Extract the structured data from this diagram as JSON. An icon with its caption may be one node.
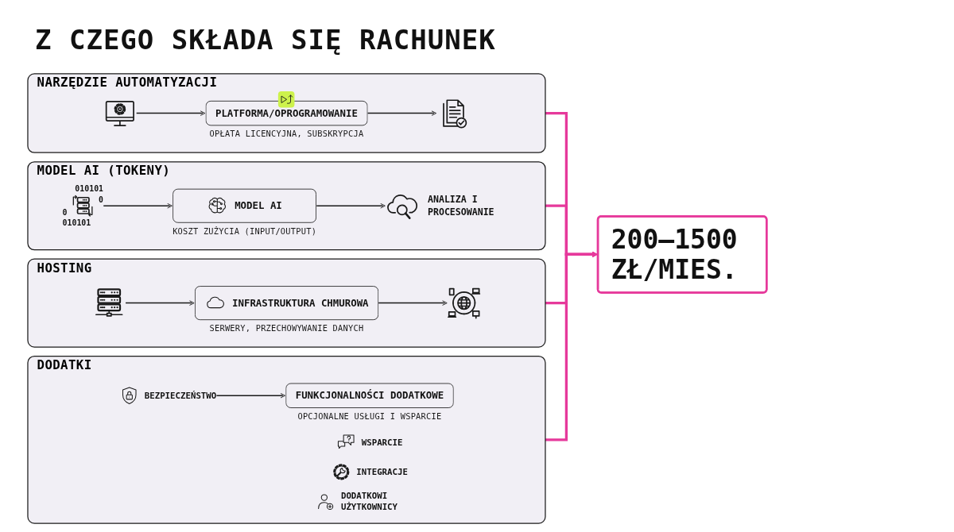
{
  "diagram": {
    "title": "Z CZEGO SKŁADA SIĘ RACHUNEK",
    "nodes": [
      {
        "text": [
          "NARZĘDZIE AUTOMATYZACJI"
        ]
      },
      {
        "text": [],
        "shape": "picture",
        "in": 0
      },
      {
        "text": [
          "PLATFORMA/OPROGRAMOWANIE"
        ],
        "beside": [
          "OPŁATA LICENCYJNA, SUBSKRYPCJA"
        ],
        "in": 0
      },
      {
        "text": [],
        "shape": "picture",
        "in": 0
      },
      {
        "text": [
          "MODEL AI (TOKENY)"
        ]
      },
      {
        "text": [
          "010101",
          "0",
          "0",
          "010101"
        ],
        "in": 4
      },
      {
        "text": [
          "MODEL AI"
        ],
        "beside": [
          "KOSZT ZUŻYCIA (INPUT/OUTPUT)"
        ],
        "in": 4
      },
      {
        "text": [
          "ANALIZA I PROCESOWANIE"
        ],
        "in": 4
      },
      {
        "text": [
          "HOSTING"
        ]
      },
      {
        "text": [],
        "shape": "picture",
        "in": 8
      },
      {
        "text": [
          "INFRASTRUKTURA CHMUROWA"
        ],
        "beside": [
          "SERWERY, PRZECHOWYWANIE DANYCH"
        ],
        "in": 8
      },
      {
        "text": [],
        "shape": "picture",
        "in": 8
      },
      {
        "text": [
          "DODATKI"
        ]
      },
      {
        "text": [
          "WSPARCIE"
        ],
        "in": 12
      },
      {
        "text": [
          "BEZPIECZEŃSTWO"
        ],
        "in": 12
      },
      {
        "text": [
          "INTEGRACJE"
        ],
        "in": 12
      },
      {
        "text": [
          "DODATKOWI UŻYTKOWNICY"
        ],
        "in": 12
      },
      {
        "text": [
          "FUNKCJONALNOŚCI DODATKOWE"
        ],
        "beside": [
          "OPCJONALNE USŁUGI I WSPARCIE"
        ],
        "in": 12
      },
      {
        "text": [
          "200–1500 ZŁ/MIES."
        ]
      }
    ],
    "edges": [
      {
        "from": 1,
        "to": 2,
        "arrow": "to"
      },
      {
        "from": 2,
        "to": 3,
        "arrow": "to"
      },
      {
        "from": 5,
        "to": 6,
        "arrow": "to"
      },
      {
        "from": 6,
        "to": 7,
        "arrow": "to"
      },
      {
        "from": 9,
        "to": 10,
        "arrow": "to"
      },
      {
        "from": 10,
        "to": 11,
        "arrow": "to"
      },
      {
        "from": 14,
        "to": 17,
        "arrow": "to"
      },
      {
        "from": 0,
        "to": 18,
        "arrow": "to",
        "style": "thick",
        "color": "#e6399b"
      },
      {
        "from": 4,
        "to": 18,
        "arrow": "to",
        "style": "thick",
        "color": "#e6399b"
      },
      {
        "from": 8,
        "to": 18,
        "arrow": "to",
        "style": "thick",
        "color": "#e6399b"
      },
      {
        "from": 12,
        "to": 18,
        "arrow": "to",
        "style": "thick",
        "color": "#e6399b"
      }
    ]
  }
}
